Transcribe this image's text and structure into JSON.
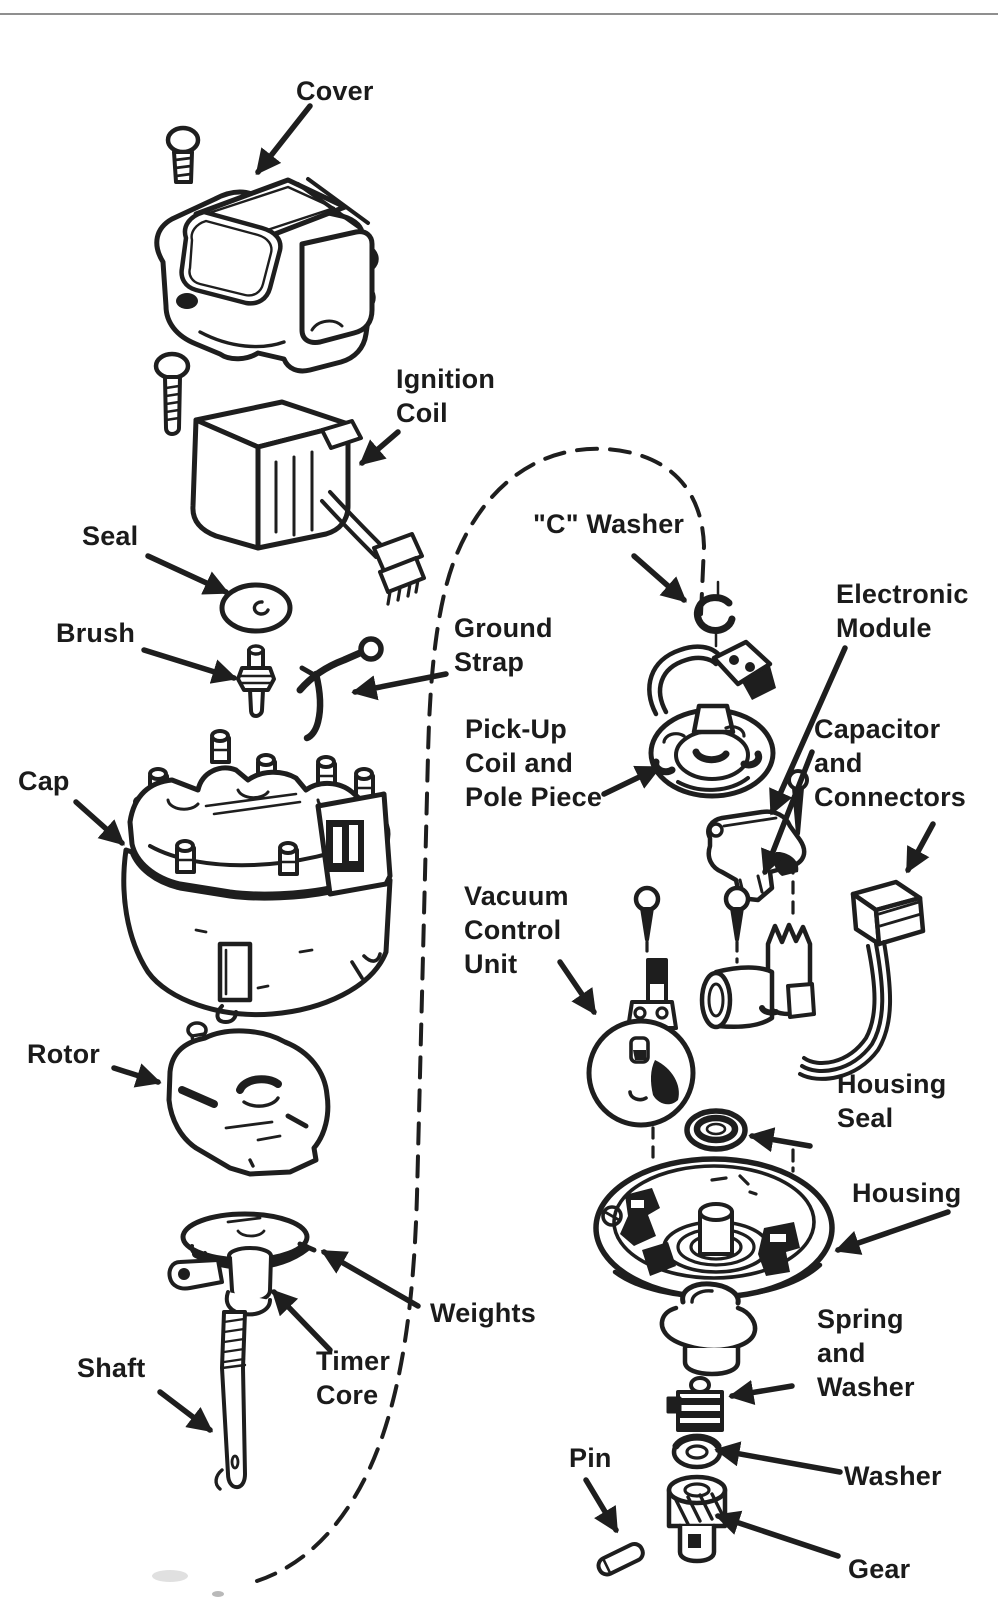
{
  "labels": {
    "cover": "Cover",
    "ignition_coil": "Ignition\nCoil",
    "seal": "Seal",
    "brush": "Brush",
    "ground_strap": "Ground\nStrap",
    "cap": "Cap",
    "rotor": "Rotor",
    "shaft": "Shaft",
    "weights": "Weights",
    "timer_core": "Timer\nCore",
    "c_washer": "\"C\" Washer",
    "electronic_module": "Electronic\nModule",
    "pickup_coil": "Pick-Up\nCoil and\nPole Piece",
    "capacitor": "Capacitor\nand\nConnectors",
    "vacuum_control": "Vacuum\nControl\nUnit",
    "housing_seal": "Housing\nSeal",
    "housing": "Housing",
    "spring_washer": "Spring\nand\nWasher",
    "washer": "Washer",
    "pin": "Pin",
    "gear": "Gear"
  },
  "colors": {
    "ink": "#1e1e1e",
    "paper": "#ffffff",
    "top_rule": "#8f8f8f"
  }
}
